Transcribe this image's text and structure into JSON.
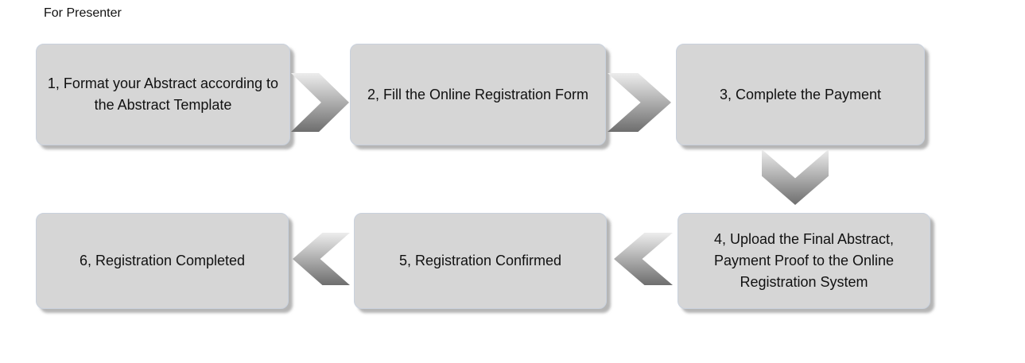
{
  "title": "For Presenter",
  "steps": [
    {
      "label": "1, Format your Abstract according to the Abstract Template"
    },
    {
      "label": "2, Fill the Online Registration Form"
    },
    {
      "label": "3, Complete the Payment"
    },
    {
      "label": "4, Upload the Final Abstract, Payment Proof to the Online Registration System"
    },
    {
      "label": "5, Registration Confirmed"
    },
    {
      "label": "6, Registration Completed"
    }
  ],
  "flow": {
    "arrows": [
      {
        "from": "1",
        "to": "2",
        "direction": "right"
      },
      {
        "from": "2",
        "to": "3",
        "direction": "right"
      },
      {
        "from": "3",
        "to": "4",
        "direction": "down"
      },
      {
        "from": "4",
        "to": "5",
        "direction": "left"
      },
      {
        "from": "5",
        "to": "6",
        "direction": "left"
      }
    ]
  },
  "colors": {
    "page_background": "#ffffff",
    "box_background": "#d6d6d6",
    "box_border": "#c9d1dd",
    "arrow_light": "#ededed",
    "arrow_dark": "#6e6e6e",
    "text": "#111111"
  }
}
